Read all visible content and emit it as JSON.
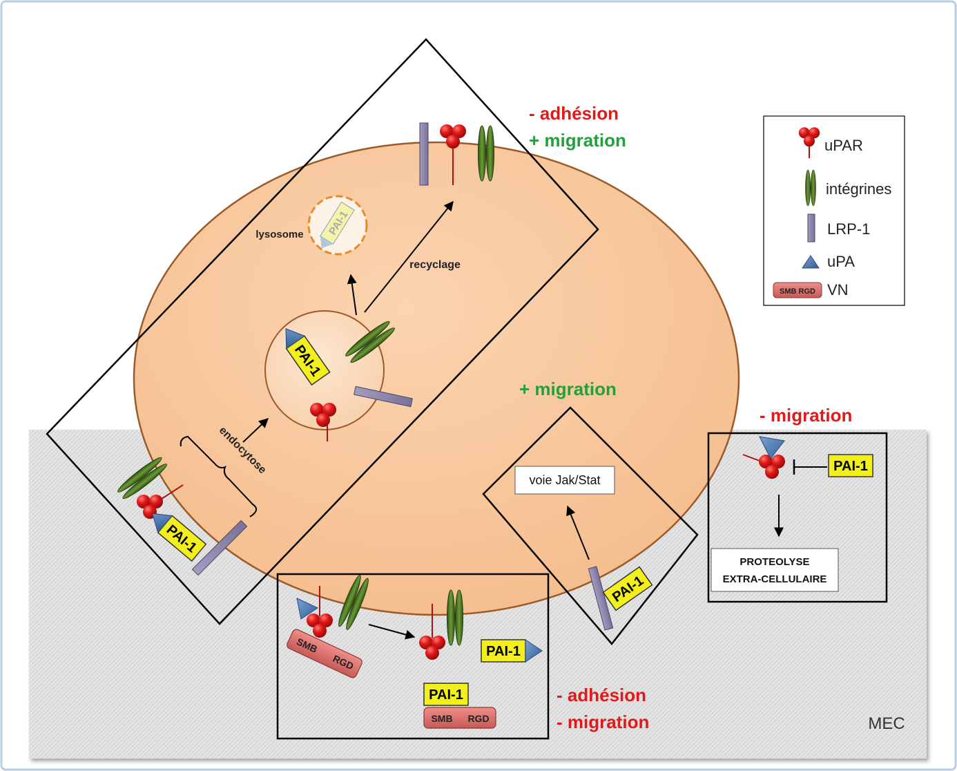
{
  "labels": {
    "adhesion_minus_top": "- adhésion",
    "migration_plus_top": "+ migration",
    "migration_plus_mid": "+ migration",
    "migration_minus_right": "- migration",
    "adhesion_minus_bottom": "- adhésion",
    "migration_minus_bottom": "- migration",
    "lysosome": "lysosome",
    "recyclage": "recyclage",
    "endocytose": "endocytose",
    "jak_stat": "voie Jak/Stat",
    "proteolyse_line1": "PROTEOLYSE",
    "proteolyse_line2": "EXTRA-CELLULAIRE",
    "mec": "MEC",
    "pai1": "PAI-1",
    "smb": "SMB",
    "rgd": "RGD"
  },
  "legend": {
    "items": [
      {
        "label": "uPAR"
      },
      {
        "label": "intégrines"
      },
      {
        "label": "LRP-1"
      },
      {
        "label": "uPA"
      },
      {
        "label": "VN",
        "icon_text": "SMB RGD"
      }
    ]
  },
  "colors": {
    "positive": "#22a03c",
    "negative": "#e0191b",
    "cell_fill": "#f8c9a0",
    "cell_stroke": "#9a5a2a",
    "pai_fill": "#f2ef1a",
    "upar_red": "#e01818",
    "integrin_green": "#4d7a22",
    "lrp_purple": "#9088ab",
    "upa_blue": "#4a79b8",
    "vn_fill": "#d9706c"
  }
}
